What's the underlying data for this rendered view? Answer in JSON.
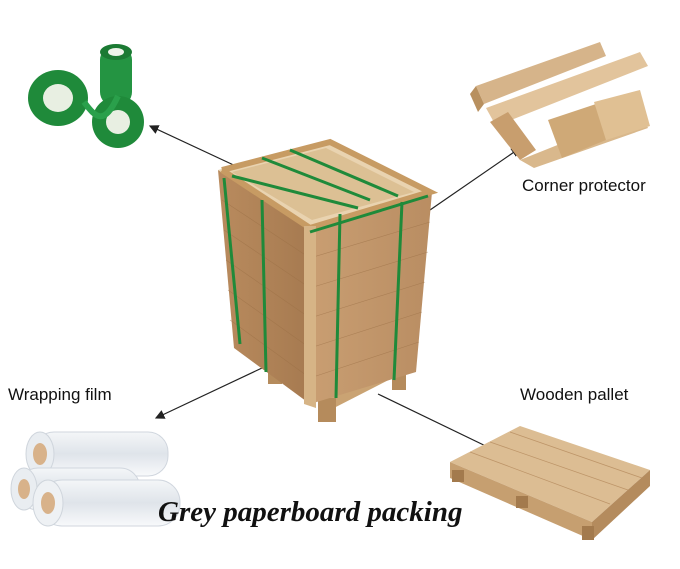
{
  "labels": {
    "corner_protector": "Corner protector",
    "wrapping_film": "Wrapping film",
    "wooden_pallet": "Wooden pallet",
    "caption": "Grey paperboard packing"
  },
  "icons": {
    "strapping": "green-strapping-rolls-icon",
    "corner": "corner-protector-icon",
    "film": "stretch-film-rolls-icon",
    "pallet": "wooden-pallet-icon",
    "stack": "paperboard-stack-icon"
  },
  "colors": {
    "strap_green": "#1f8a3a",
    "cardboard": "#c9a57a",
    "wood": "#d9b98c",
    "arrow": "#222222"
  }
}
